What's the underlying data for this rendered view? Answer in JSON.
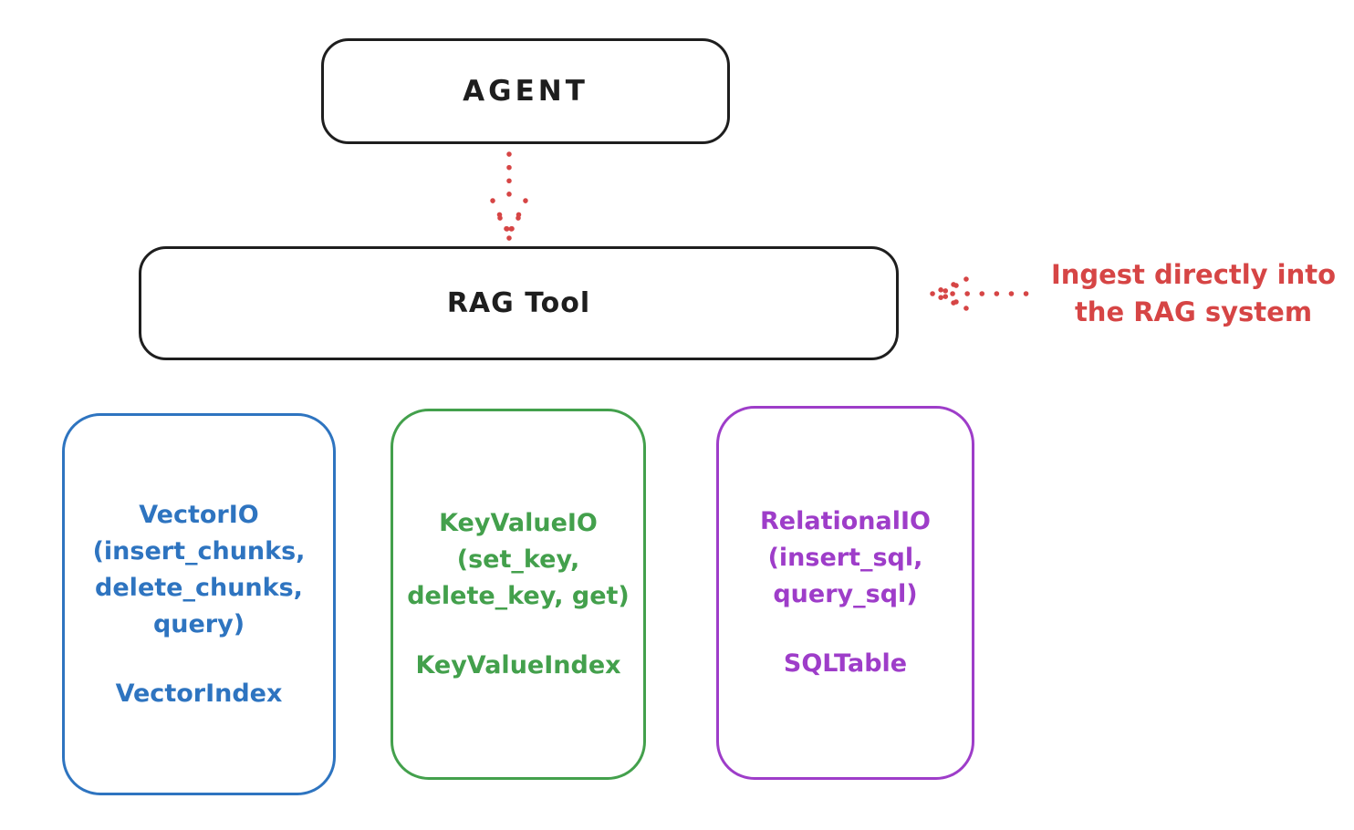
{
  "colors": {
    "ink": "#1e1e1e",
    "red": "#d64545",
    "blue": "#2e74c0",
    "green": "#43a04c",
    "purple": "#9e3dc9",
    "background": "#ffffff"
  },
  "agent_box": {
    "label": "AGENT"
  },
  "rag_tool_box": {
    "label": "RAG Tool"
  },
  "annotation": {
    "line1": "Ingest directly into",
    "line2": "the RAG system"
  },
  "io_boxes": [
    {
      "name": "vector-io",
      "color": "#2e74c0",
      "lines": [
        "VectorIO",
        "(insert_chunks,",
        "delete_chunks,",
        "query)"
      ],
      "index_label": "VectorIndex"
    },
    {
      "name": "keyvalue-io",
      "color": "#43a04c",
      "lines": [
        "KeyValueIO",
        "(set_key,",
        "delete_key, get)"
      ],
      "index_label": "KeyValueIndex"
    },
    {
      "name": "relational-io",
      "color": "#9e3dc9",
      "lines": [
        "RelationalIO",
        "(insert_sql,",
        "query_sql)"
      ],
      "index_label": "SQLTable"
    }
  ]
}
